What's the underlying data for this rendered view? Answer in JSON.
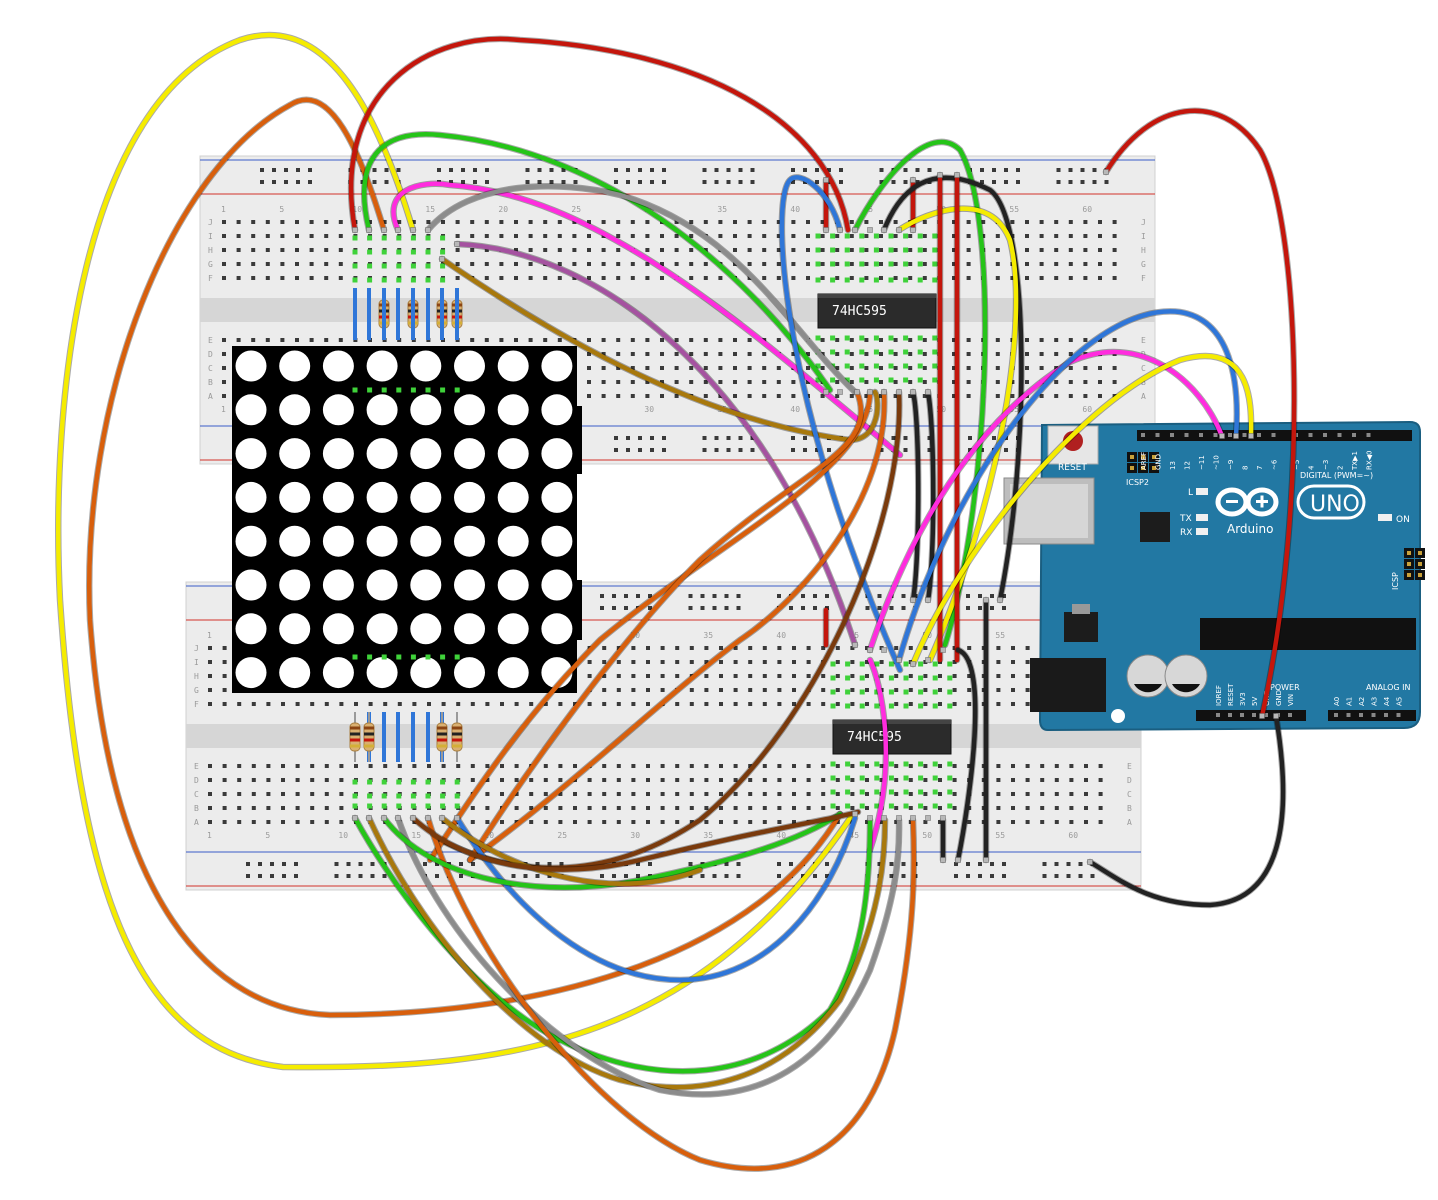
{
  "breadboards": {
    "top": {
      "column_numbers": [
        "1",
        "5",
        "10",
        "15",
        "20",
        "25",
        "30",
        "35",
        "40",
        "45",
        "50",
        "55",
        "60"
      ],
      "row_letters_upper": [
        "J",
        "I",
        "H",
        "G",
        "F"
      ],
      "row_letters_lower": [
        "E",
        "D",
        "C",
        "B",
        "A"
      ]
    },
    "bottom": {
      "column_numbers": [
        "1",
        "5",
        "10",
        "15",
        "20",
        "25",
        "30",
        "35",
        "40",
        "45",
        "50",
        "55",
        "60"
      ],
      "row_letters_upper": [
        "J",
        "I",
        "H",
        "G",
        "F"
      ],
      "row_letters_lower": [
        "E",
        "D",
        "C",
        "B",
        "A"
      ]
    }
  },
  "chips": {
    "top_label": "74HC595",
    "bottom_label": "74HC595"
  },
  "led_matrix": {
    "rows": 8,
    "cols": 8
  },
  "arduino": {
    "board_name": "UNO",
    "brand": "Arduino",
    "reset_label": "RESET",
    "icsp2_label": "ICSP2",
    "icsp_label": "ICSP",
    "led_l": "L",
    "led_tx": "TX",
    "led_rx": "RX",
    "on_label": "ON",
    "digital_label": "DIGITAL (PWM=~)",
    "power_label": "POWER",
    "analog_label": "ANALOG IN",
    "digital_pins": [
      "AREF",
      "GND",
      "13",
      "12",
      "~11",
      "~10",
      "~9",
      "8",
      "7",
      "~6",
      "~5",
      "4",
      "~3",
      "2",
      "TX▶1",
      "RX◀0"
    ],
    "power_pins": [
      "IOREF",
      "RESET",
      "3V3",
      "5V",
      "GND",
      "GND",
      "VIN"
    ],
    "analog_pins": [
      "A0",
      "A1",
      "A2",
      "A3",
      "A4",
      "A5"
    ]
  },
  "colors": {
    "red": "#c4160c",
    "yellow": "#f5ec00",
    "orange": "#d85f0c",
    "green": "#25c418",
    "pink": "#ff2cde",
    "gray": "#8c8c8c",
    "purple": "#a552a0",
    "olive": "#a8780c",
    "brown": "#7a3a0c",
    "blue": "#2f76d8",
    "black": "#222222",
    "board_blue": "#2278a3",
    "breadboard": "#ececec"
  }
}
